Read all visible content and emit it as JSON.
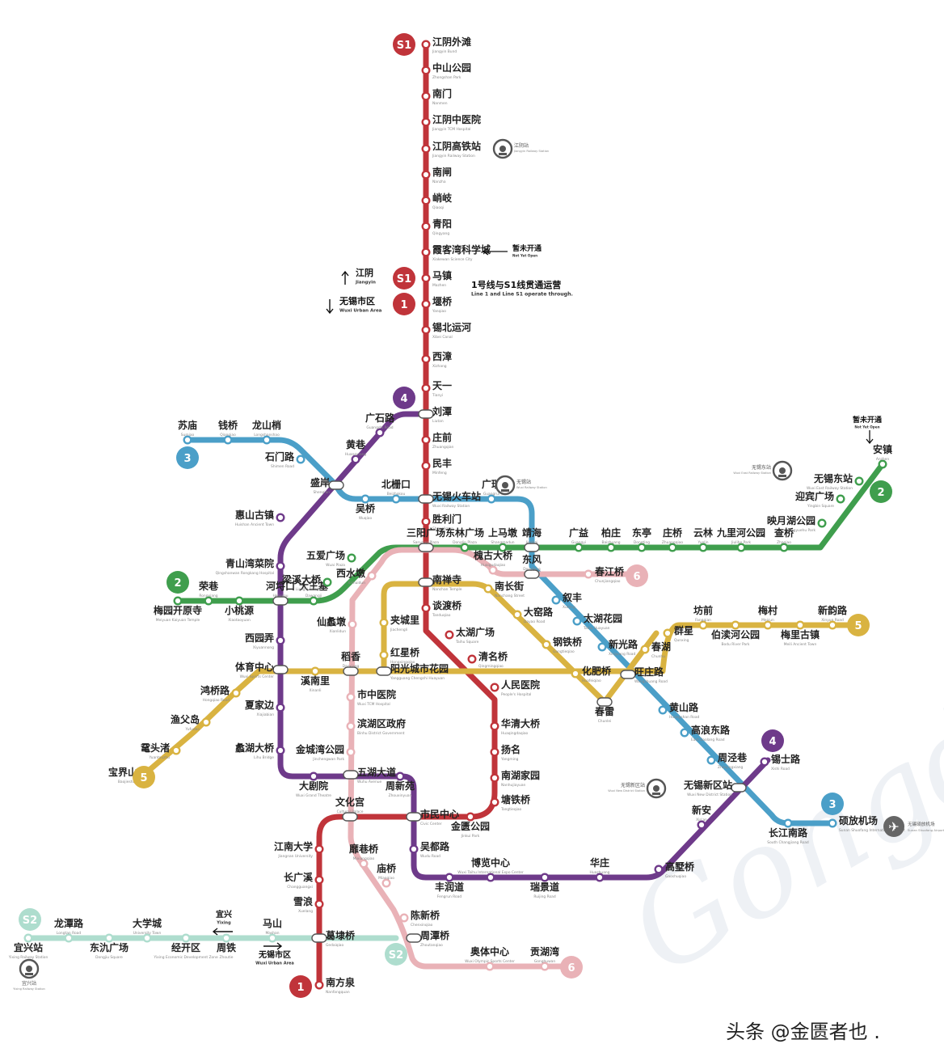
{
  "lines": [
    {
      "id": "S1",
      "color": "#c0343a"
    },
    {
      "id": "1",
      "color": "#c0343a"
    },
    {
      "id": "2",
      "color": "#3f9e4d"
    },
    {
      "id": "3",
      "color": "#4b9fc8"
    },
    {
      "id": "4",
      "color": "#6e3a8a"
    },
    {
      "id": "5",
      "color": "#d9b341"
    },
    {
      "id": "6",
      "color": "#e9b2b7"
    },
    {
      "id": "S2",
      "color": "#aeddce"
    }
  ],
  "stations": {
    "S1_1": {
      "cn": "江阴外滩",
      "en": "Jiangyin Bund"
    },
    "S1_2": {
      "cn": "中山公园",
      "en": "Zhongshan Park"
    },
    "S1_3": {
      "cn": "南门",
      "en": "Nanmen"
    },
    "S1_4": {
      "cn": "江阴中医院",
      "en": "Jiangyin TCM Hospital"
    },
    "S1_5": {
      "cn": "江阴高铁站",
      "en": "Jiangyin Railway Station"
    },
    "S1_6": {
      "cn": "南闸",
      "en": "Nanzha"
    },
    "S1_7": {
      "cn": "峭岐",
      "en": "Qiaoqi"
    },
    "S1_8": {
      "cn": "青阳",
      "en": "Qingyang"
    },
    "S1_9": {
      "cn": "霞客湾科学城",
      "en": "Xiakewan Science City"
    },
    "S1_10": {
      "cn": "马镇",
      "en": "Mazhen"
    },
    "L1_1": {
      "cn": "堰桥",
      "en": "Yanqiao"
    },
    "L1_2": {
      "cn": "锡北运河",
      "en": "Xibei Canal"
    },
    "L1_3": {
      "cn": "西漳",
      "en": "Xizhang"
    },
    "L1_4": {
      "cn": "天一",
      "en": "Tianyi"
    },
    "L1_5": {
      "cn": "刘潭",
      "en": "Liutan"
    },
    "L1_6": {
      "cn": "庄前",
      "en": "Zhuangqian"
    },
    "L1_7": {
      "cn": "民丰",
      "en": "Minfeng"
    },
    "L1_8": {
      "cn": "无锡火车站",
      "en": "Wuxi Railway Station"
    },
    "L1_9": {
      "cn": "胜利门",
      "en": "Shenglimen"
    },
    "L1_10": {
      "cn": "三阳广场",
      "en": "Sanyang Plaza"
    },
    "L1_11": {
      "cn": "南禅寺",
      "en": "Nanchan Temple"
    },
    "L1_12": {
      "cn": "谈渡桥",
      "en": "Tanduqiao"
    },
    "L1_13": {
      "cn": "太湖广场",
      "en": "Taihu Square"
    },
    "L1_14": {
      "cn": "清名桥",
      "en": "Qingmingqiao"
    },
    "L1_15": {
      "cn": "人民医院",
      "en": "People's Hospital"
    },
    "L1_16": {
      "cn": "华清大桥",
      "en": "Huaqingdaqiao"
    },
    "L1_17": {
      "cn": "扬名",
      "en": "Yangming"
    },
    "L1_18": {
      "cn": "南湖家园",
      "en": "Nanhujiayuan"
    },
    "L1_19": {
      "cn": "塘铁桥",
      "en": "Tangtieqiao"
    },
    "L1_20": {
      "cn": "金匮公园",
      "en": "Jinkui Park"
    },
    "L1_21": {
      "cn": "市民中心",
      "en": "Civic Center"
    },
    "L1_22": {
      "cn": "文化宫",
      "en": "Cultural Palace"
    },
    "L1_23": {
      "cn": "江南大学",
      "en": "Jiangnan University"
    },
    "L1_24": {
      "cn": "长广溪",
      "en": "Changguangxi"
    },
    "L1_25": {
      "cn": "雪浪",
      "en": "Xuelang"
    },
    "L1_26": {
      "cn": "葛埭桥",
      "en": "Gedaiqiao"
    },
    "L1_27": {
      "cn": "南方泉",
      "en": "Nanfangquan"
    },
    "L2_1": {
      "cn": "梅园开原寺",
      "en": "Meiyuan Kaiyuan Temple"
    },
    "L2_2": {
      "cn": "荣巷",
      "en": "Rongxiang"
    },
    "L2_3": {
      "cn": "小桃源",
      "en": "Xiaotaoyuan"
    },
    "L2_4": {
      "cn": "河埒口",
      "en": "Heliekou"
    },
    "L2_5": {
      "cn": "大王基",
      "en": "Dawangji"
    },
    "L2_6": {
      "cn": "梁溪大桥",
      "en": "Liangxi Bridge"
    },
    "L2_7": {
      "cn": "五爱广场",
      "en": "Wuai Plaza"
    },
    "L2_8": {
      "cn": "东林广场",
      "en": "Donglin Plaza"
    },
    "L2_9": {
      "cn": "上马墩",
      "en": "Shangmadun"
    },
    "L2_10": {
      "cn": "靖海",
      "en": "Jinghai"
    },
    "L2_11": {
      "cn": "广益",
      "en": "Guangyi"
    },
    "L2_12": {
      "cn": "柏庄",
      "en": "Baizhuang"
    },
    "L2_13": {
      "cn": "东亭",
      "en": "Dongting"
    },
    "L2_14": {
      "cn": "庄桥",
      "en": "Zhuangqiao"
    },
    "L2_15": {
      "cn": "云林",
      "en": "Yunlin"
    },
    "L2_16": {
      "cn": "九里河公园",
      "en": "Jiulihe Park"
    },
    "L2_17": {
      "cn": "查桥",
      "en": "Zhaqiao"
    },
    "L2_18": {
      "cn": "映月湖公园",
      "en": "Yingyuehu Park"
    },
    "L2_19": {
      "cn": "迎宾广场",
      "en": "Yingbin Square"
    },
    "L2_20": {
      "cn": "无锡东站",
      "en": "Wuxi East Railway Station"
    },
    "L2_21": {
      "cn": "安镇",
      "en": "Anzhen"
    },
    "L2_22": {
      "cn": "青山湾菜院",
      "en": "Qingshanwan Rongkang Hospital"
    },
    "L3_1": {
      "cn": "苏庙",
      "en": "Sumiao"
    },
    "L3_2": {
      "cn": "钱桥",
      "en": "Qianqiao"
    },
    "L3_3": {
      "cn": "龙山梢",
      "en": "Longshanshao"
    },
    "L3_4": {
      "cn": "石门路",
      "en": "Shimen Road"
    },
    "L3_5": {
      "cn": "盛岸",
      "en": "Sheng'an"
    },
    "L3_6": {
      "cn": "吴桥",
      "en": "Wuqiao"
    },
    "L3_7": {
      "cn": "北栅口",
      "en": "Beizhakou"
    },
    "L3_8": {
      "cn": "广瑞",
      "en": "Guangrui"
    },
    "L3_9": {
      "cn": "东风",
      "en": "Dongfeng"
    },
    "L3_10": {
      "cn": "叙丰",
      "en": "Xufeng"
    },
    "L3_11": {
      "cn": "太湖花园",
      "en": "Taihu Huayuan"
    },
    "L3_12": {
      "cn": "新光路",
      "en": "Xinguang Road"
    },
    "L3_13": {
      "cn": "旺庄路",
      "en": "Wangzhuang Road"
    },
    "L3_14": {
      "cn": "黄山路",
      "en": "Huangshan Road"
    },
    "L3_15": {
      "cn": "高浪东路",
      "en": "East Gaolang Road"
    },
    "L3_16": {
      "cn": "周泾巷",
      "en": "Zhoujingxiang"
    },
    "L3_17": {
      "cn": "无锡新区站",
      "en": "Wuxi New District Station"
    },
    "L3_18": {
      "cn": "长江南路",
      "en": "South Changjiang Road"
    },
    "L3_19": {
      "cn": "硕放机场",
      "en": "Sunan Shuofang International Airport"
    },
    "L4_1": {
      "cn": "广石路",
      "en": "Guangshi Road"
    },
    "L4_2": {
      "cn": "黄巷",
      "en": "Huangxiang"
    },
    "L4_3": {
      "cn": "惠山古镇",
      "en": "Huishan Ancient Town"
    },
    "L4_4": {
      "cn": "西园弄",
      "en": "Xiyuannong"
    },
    "L4_5": {
      "cn": "体育中心",
      "en": "Wuxi Sports Center"
    },
    "L4_6": {
      "cn": "夏家边",
      "en": "Xiajiabian"
    },
    "L4_7": {
      "cn": "蠡湖大桥",
      "en": "Lihu Bridge"
    },
    "L4_8": {
      "cn": "大剧院",
      "en": "Wuxi Grand Theatre"
    },
    "L4_9": {
      "cn": "周新苑",
      "en": "Zhouxinyuan"
    },
    "L4_10": {
      "cn": "吴都路",
      "en": "Wudu Road"
    },
    "L4_11": {
      "cn": "丰润道",
      "en": "Fengrun Road"
    },
    "L4_12": {
      "cn": "博览中心",
      "en": "Wuxi Taihu International Expo Center"
    },
    "L4_13": {
      "cn": "瑞景道",
      "en": "Ruijing Road"
    },
    "L4_14": {
      "cn": "华庄",
      "en": "Huazhuang"
    },
    "L4_15": {
      "cn": "高墅桥",
      "en": "Gaoshuqiao"
    },
    "L4_16": {
      "cn": "新安",
      "en": "Xin'an"
    },
    "L4_17": {
      "cn": "锡士路",
      "en": "Xishi Road"
    },
    "L5_1": {
      "cn": "宝界山",
      "en": "Baojieshan"
    },
    "L5_2": {
      "cn": "鼋头渚",
      "en": "Yuantouzhu"
    },
    "L5_3": {
      "cn": "渔父岛",
      "en": "Yufudao"
    },
    "L5_4": {
      "cn": "鸿桥路",
      "en": "Hongqiao Road"
    },
    "L5_5": {
      "cn": "溪南里",
      "en": "Xinanli"
    },
    "L5_6": {
      "cn": "稻香",
      "en": "Daoxiang"
    },
    "L5_7": {
      "cn": "阳光城市花园",
      "en": "Yangguang Chengshi Huayuan"
    },
    "L5_8": {
      "cn": "红星桥",
      "en": "Hongxingqiao"
    },
    "L5_9": {
      "cn": "夹城里",
      "en": "Jiachengli"
    },
    "L5_10": {
      "cn": "南长街",
      "en": "Nanchang Street"
    },
    "L5_11": {
      "cn": "大窑路",
      "en": "Dayao Road"
    },
    "L5_12": {
      "cn": "钢铁桥",
      "en": "Gangtieqiao"
    },
    "L5_13": {
      "cn": "化肥桥",
      "en": "Huafeiqiao"
    },
    "L5_14": {
      "cn": "春雷",
      "en": "Chunlei"
    },
    "L5_15": {
      "cn": "春湖",
      "en": "Chunhu"
    },
    "L5_16": {
      "cn": "群星",
      "en": "Qunxing"
    },
    "L5_17": {
      "cn": "坊前",
      "en": "Fangqian"
    },
    "L5_18": {
      "cn": "伯渎河公园",
      "en": "Bodu River Park"
    },
    "L5_19": {
      "cn": "梅村",
      "en": "Meicun"
    },
    "L5_20": {
      "cn": "梅里古镇",
      "en": "Meili Ancient Town"
    },
    "L5_21": {
      "cn": "新韵路",
      "en": "Xinyun Road"
    },
    "L6_1": {
      "cn": "槐古大桥",
      "en": "Huaigudaqiao"
    },
    "L6_2": {
      "cn": "春江桥",
      "en": "Chunjiangqiao"
    },
    "L6_3": {
      "cn": "西水墩",
      "en": "Xishuidun"
    },
    "L6_4": {
      "cn": "仙蠡墩",
      "en": "Xianlidun"
    },
    "L6_5": {
      "cn": "市中医院",
      "en": "Wuxi TCM Hospital"
    },
    "L6_6": {
      "cn": "滨湖区政府",
      "en": "Binhu District Government"
    },
    "L6_7": {
      "cn": "五湖大道",
      "en": "Wuhu Avenue"
    },
    "L6_8": {
      "cn": "金城湾公园",
      "en": "Jinchengwan Park"
    },
    "L6_9": {
      "cn": "靡巷桥",
      "en": "Mixiangqiao"
    },
    "L6_10": {
      "cn": "庙桥",
      "en": "Miaoqiao"
    },
    "L6_11": {
      "cn": "陈新桥",
      "en": "Chenxinqiao"
    },
    "L6_12": {
      "cn": "周潭桥",
      "en": "Zhoutanqiao"
    },
    "L6_13": {
      "cn": "奥体中心",
      "en": "Wuxi Olympic Sports Center"
    },
    "L6_14": {
      "cn": "贡湖湾",
      "en": "Gonghuwan"
    },
    "S2_1": {
      "cn": "宜兴站",
      "en": "Yixing Railway Station"
    },
    "S2_2": {
      "cn": "龙潭路",
      "en": "Longtan Road"
    },
    "S2_3": {
      "cn": "东氿广场",
      "en": "Dongjiu Square"
    },
    "S2_4": {
      "cn": "大学城",
      "en": "University Town"
    },
    "S2_5": {
      "cn": "经开区",
      "en": "Yixing Economic Development Zone"
    },
    "S2_6": {
      "cn": "周铁",
      "en": "Zhoutie"
    },
    "S2_7": {
      "cn": "马山",
      "en": "Mashan"
    }
  },
  "railway_icons": [
    {
      "cn": "江阴站",
      "en": "Jiangyin Railway Station"
    },
    {
      "cn": "无锡站",
      "en": "Wuxi Railway Station"
    },
    {
      "cn": "无锡东站",
      "en": "Wuxi East Railway Station"
    },
    {
      "cn": "无锡新区站",
      "en": "Wuxi New District Station"
    },
    {
      "cn": "宜兴站",
      "en": "Yixing Railway Station"
    }
  ],
  "airport_icon": {
    "cn": "无锡硕放机场",
    "en": "Sunan Shuofang Airport"
  },
  "annotations": {
    "not_open_1": {
      "cn": "暂未开通",
      "en": "Not Yet Open"
    },
    "not_open_2": {
      "cn": "暂未开通",
      "en": "Not Yet Open"
    },
    "through_service": {
      "cn": "1号线与S1线贯通运营",
      "en": "Line 1 and Line S1 operate through."
    },
    "jiangyin": {
      "cn": "江阴",
      "en": "Jiangyin"
    },
    "wuxi_urban": {
      "cn": "无锡市区",
      "en": "Wuxi Urban Area"
    },
    "yixing": {
      "cn": "宜兴",
      "en": "Yixing"
    },
    "wuxi_urban_2": {
      "cn": "无锡市区",
      "en": "Wuxi Urban Area"
    }
  },
  "watermark": "Gongda",
  "footer": "头条 @金匮者也 ."
}
